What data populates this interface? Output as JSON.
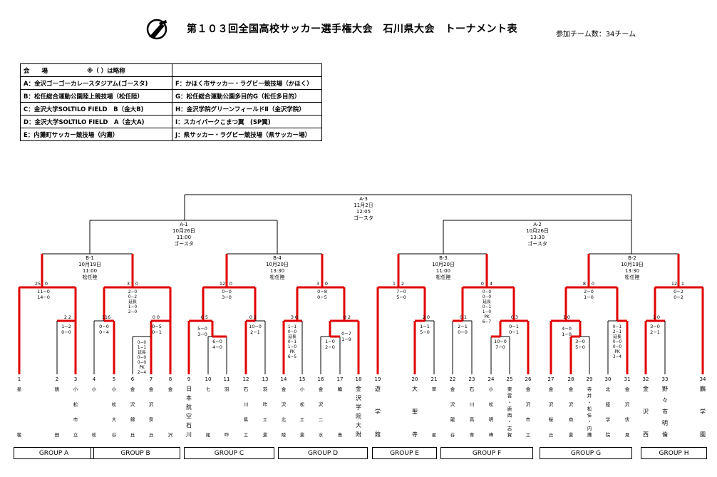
{
  "header": {
    "title": "第１０３回全国高校サッカー選手権大会　石川県大会　トーナメント表",
    "team_count": "参加チーム数：34チーム"
  },
  "venues": {
    "header_left": "会　　場",
    "header_right": "※（ ）は略称",
    "rows": [
      [
        "A：金沢ゴーゴーカレースタジアム(ゴースタ)",
        "F：かほく市サッカー・ラグビー競技場（かほく）"
      ],
      [
        "B：松任総合運動公園陸上競技場（松任陸）",
        "G：松任総合運動公園多目的G（松任多目的）"
      ],
      [
        "C：金沢大学SOLTILO FIELD　B（金大B)",
        "H：金沢学院グリーンフィールドⅡ（金沢学院）"
      ],
      [
        "D：金沢大学SOLTILO FIELD　A（金大A)",
        "I：スカイパークこまつ翼　(SP翼)"
      ],
      [
        "E：内灘町サッカー競技場（内灘）",
        "J：県サッカー・ラグビー競技場（県サッカー場）"
      ]
    ]
  },
  "finals": [
    {
      "lines": [
        "A-3",
        "11月2日",
        "12:05",
        "ゴースタ"
      ]
    },
    {
      "lines": [
        "A-1",
        "10月26日",
        "11:00",
        "ゴースタ"
      ]
    },
    {
      "lines": [
        "A-2",
        "10月26日",
        "13:30",
        "ゴースタ"
      ]
    },
    {
      "lines": [
        "B-1",
        "10月19日",
        "11:00",
        "松任陸"
      ]
    },
    {
      "lines": [
        "B-4",
        "10月20日",
        "13:30",
        "松任陸"
      ]
    },
    {
      "lines": [
        "B-3",
        "10月20日",
        "11:00",
        "松任陸"
      ]
    },
    {
      "lines": [
        "B-2",
        "10月19日",
        "13:30",
        "松任陸"
      ]
    }
  ],
  "seeds": [
    "25",
    "0",
    "3",
    "0",
    "12",
    "0",
    "3",
    "0",
    "1",
    "2",
    "0",
    "4",
    "8",
    "0",
    "12",
    "1",
    "2",
    "2",
    "1",
    "16",
    "0",
    "0",
    "0",
    "5",
    "0",
    "2",
    "3",
    "0",
    "0",
    "2",
    "2",
    "0",
    "0",
    "1",
    "0",
    "3",
    "1",
    "0",
    "1",
    "0"
  ],
  "scores": [
    [
      "11−0",
      "14−0"
    ],
    [
      "2−0",
      "0−2",
      "延長",
      "1−0",
      "2−0"
    ],
    [
      "0−0",
      "3−0"
    ],
    [
      "0−8",
      "0−5"
    ],
    [
      "7−0",
      "5−0"
    ],
    [
      "0−0",
      "0−0",
      "延長",
      "0−1",
      "1−0",
      "PK",
      "6−7"
    ],
    [
      "2−0",
      "1−0"
    ],
    [
      "0−2",
      "0−2"
    ],
    [
      "1−2",
      "0−0"
    ],
    [
      "0−0",
      "0−4"
    ],
    [
      "0−5",
      "0−1"
    ],
    [
      "0−0",
      "1−1",
      "延長",
      "0−0",
      "0−0",
      "PK",
      "2−4"
    ],
    [
      "5−0",
      "3−0"
    ],
    [
      "6−0",
      "4−0"
    ],
    [
      "10−0",
      "2−1"
    ],
    [
      "1−1",
      "0−0",
      "延長",
      "0−1",
      "1−0",
      "PK",
      "6−5"
    ],
    [
      "1−0",
      "2−0"
    ],
    [
      "0−7",
      "1−9"
    ],
    [
      "1−1",
      "5−0"
    ],
    [
      "2−1",
      "0−0"
    ],
    [
      "0−1",
      "0−1"
    ],
    [
      "10−0",
      "7−0"
    ],
    [
      "4−0",
      "1−0"
    ],
    [
      "3−0",
      "5−0"
    ],
    [
      "0−1",
      "2−1",
      "延長",
      "0−0",
      "0−0",
      "PK",
      "3−4"
    ],
    [
      "3−0",
      "2−1"
    ]
  ],
  "teams": [
    {
      "no": "1",
      "name": "星　　　　　稜"
    },
    {
      "no": "2",
      "name": "飯　　　　　田"
    },
    {
      "no": "3",
      "name": "小 松 市 立"
    },
    {
      "no": "4",
      "name": "小　　　　　松"
    },
    {
      "no": "5",
      "name": "小 松 大 谷"
    },
    {
      "no": "6",
      "name": "金 沢 錦 丘"
    },
    {
      "no": "7",
      "name": "金 沢 泉 丘"
    },
    {
      "no": "8",
      "name": "金　　　　　沢"
    },
    {
      "no": "9",
      "name": "日本航空石川"
    },
    {
      "no": "10",
      "name": "七　　　　　尾"
    },
    {
      "no": "11",
      "name": "羽　　　　　咋"
    },
    {
      "no": "12",
      "name": "石 川 県 工"
    },
    {
      "no": "13",
      "name": "羽 咋 工 業"
    },
    {
      "no": "14",
      "name": "金 沢 北 陵"
    },
    {
      "no": "15",
      "name": "小 松 工 業"
    },
    {
      "no": "16",
      "name": "金 沢 二 水"
    },
    {
      "no": "17",
      "name": "輪　　　　　島"
    },
    {
      "no": "18",
      "name": "金沢学院大附"
    },
    {
      "no": "19",
      "name": "遊　学　館"
    },
    {
      "no": "20",
      "name": "大　聖　寺"
    },
    {
      "no": "21",
      "name": "翠　　　　　星"
    },
    {
      "no": "22",
      "name": "金 沢 龍 谷"
    },
    {
      "no": "23",
      "name": "石 川 高 専"
    },
    {
      "no": "24",
      "name": "小 松 明 峰"
    },
    {
      "no": "25",
      "name": "東雲・鹿西・志賀"
    },
    {
      "no": "26",
      "name": "金 沢 市 工"
    },
    {
      "no": "27",
      "name": "金 沢 桜 丘"
    },
    {
      "no": "28",
      "name": "金 沢 商 業"
    },
    {
      "no": "29",
      "name": "寺井・松任・内灘"
    },
    {
      "no": "30",
      "name": "北 陸 学 院"
    },
    {
      "no": "31",
      "name": "金 沢 伏 見"
    },
    {
      "no": "32",
      "name": "金　沢　西"
    },
    {
      "no": "33",
      "name": "野々市明倫"
    },
    {
      "no": "34",
      "name": "鵬　学　園"
    }
  ],
  "groups": [
    "GROUP A",
    "GROUP B",
    "GROUP C",
    "GROUP D",
    "GROUP E",
    "GROUP F",
    "GROUP G",
    "GROUP H"
  ],
  "colors": {
    "winner": "#e00000",
    "line": "#000000"
  }
}
